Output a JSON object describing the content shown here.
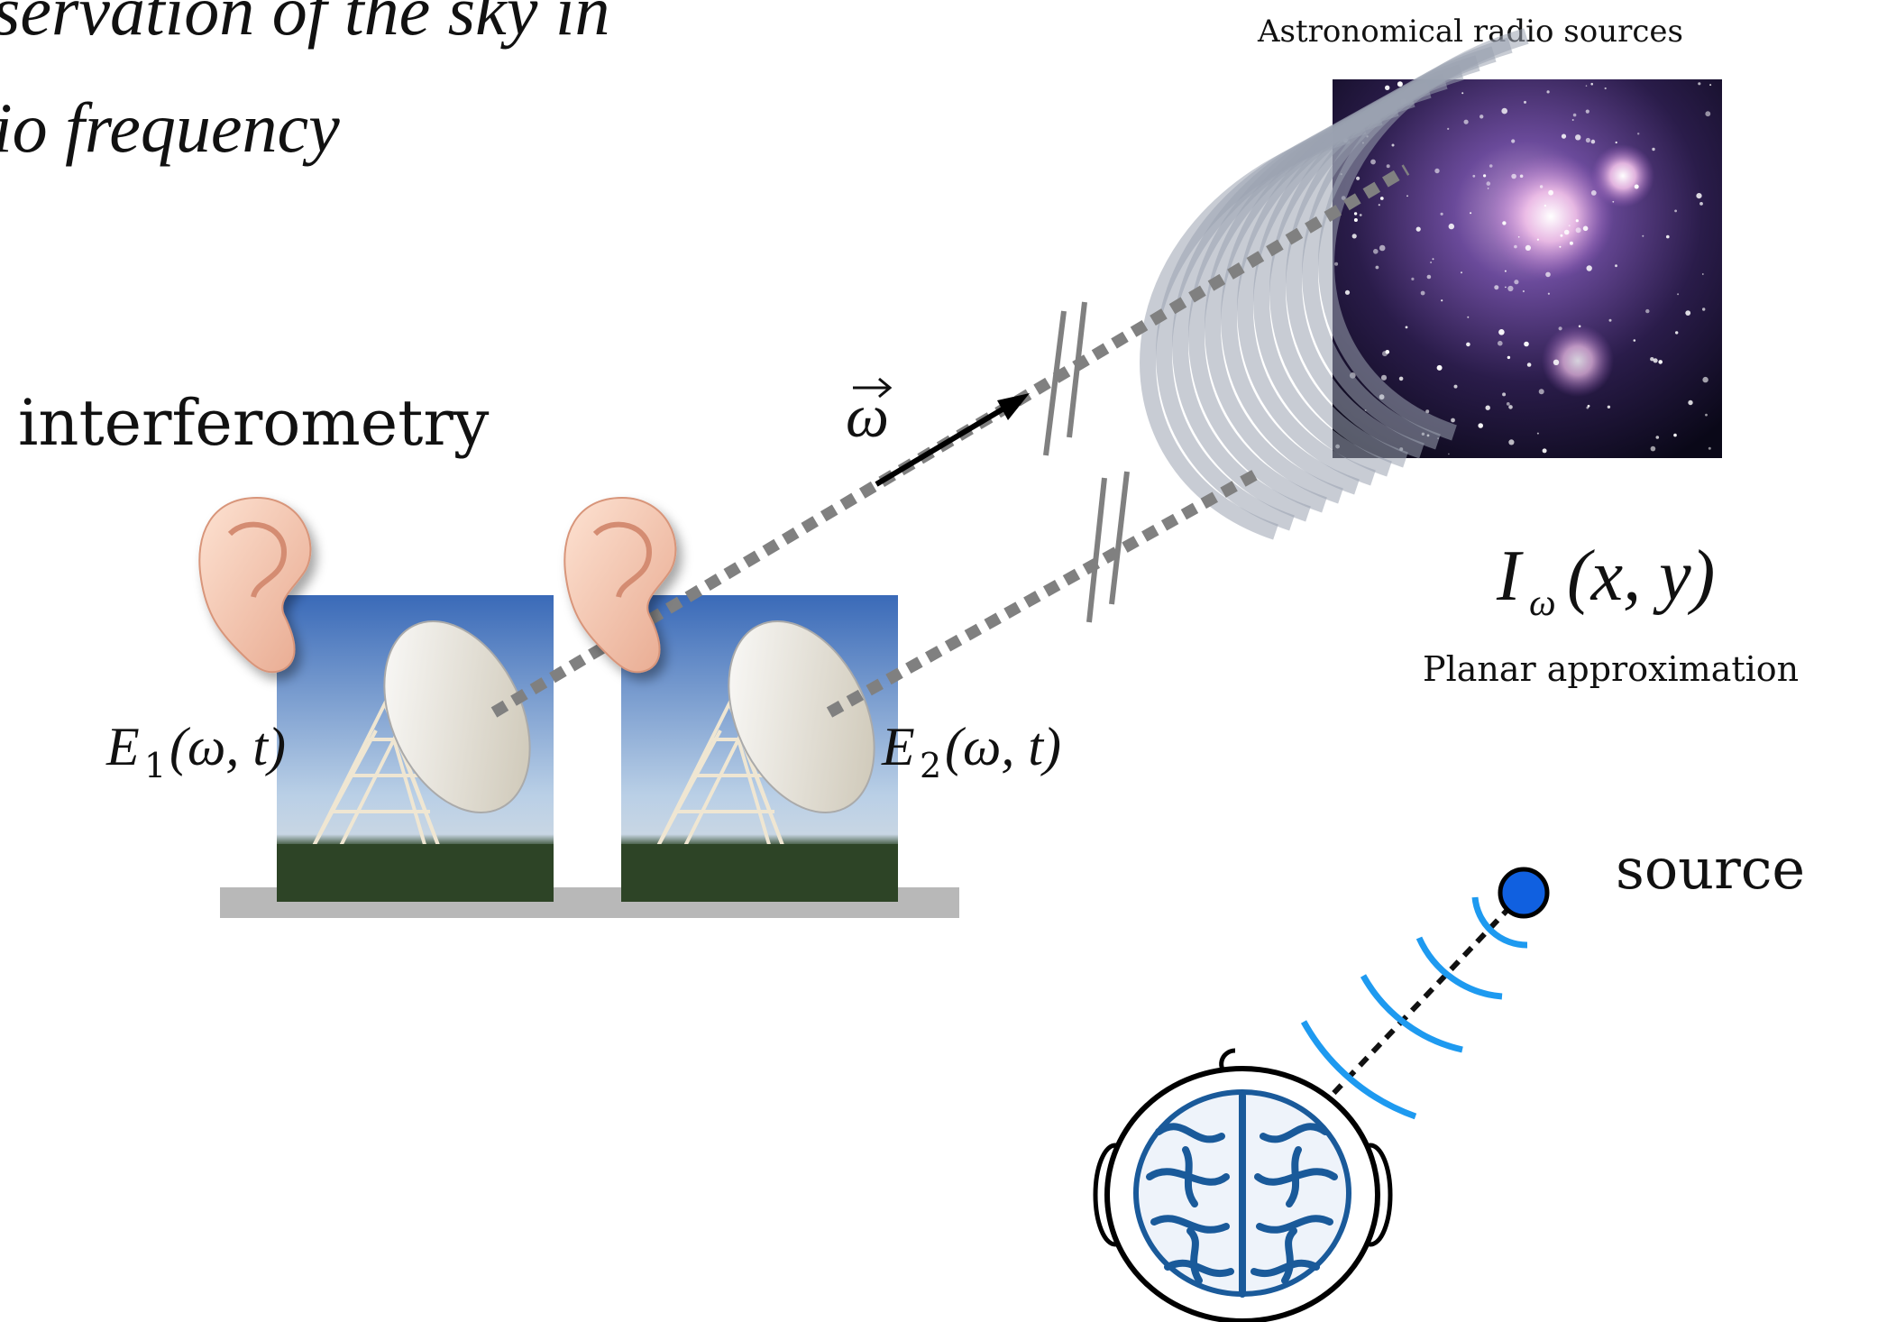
{
  "title": {
    "line1": "servation of the sky in",
    "line2": "io frequency"
  },
  "labels": {
    "interferometry": "interferometry",
    "radio_sources": "Astronomical radio sources",
    "planar": "Planar approximation",
    "source": "source"
  },
  "math": {
    "omega": "ω",
    "I_main": "I",
    "I_args": "(x, y)",
    "E1_main": "E",
    "E1_sub": "1",
    "E2_main": "E",
    "E2_sub": "2",
    "E_args": "(ω, t)"
  },
  "icons": {
    "ear": "ear-icon",
    "telescope": "radio-telescope-icon",
    "galaxy": "galaxy-image",
    "brain": "brain-head-icon"
  },
  "colors": {
    "dashed_line": "#808080",
    "ground_bar": "#b8b8b8",
    "wave_arc": "#1e9af0",
    "source_dot": "#1060e0",
    "brain": "#1a5a9a"
  }
}
